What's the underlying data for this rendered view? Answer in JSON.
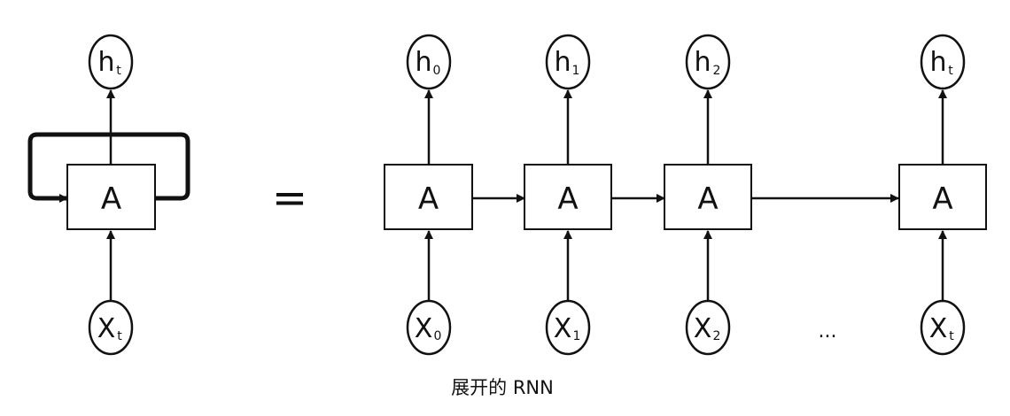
{
  "diagram": {
    "folded": {
      "cell_label": "A",
      "output": {
        "main": "h",
        "sub": "t"
      },
      "input": {
        "main": "X",
        "sub": "t"
      }
    },
    "equals": "=",
    "unrolled": [
      {
        "cell_label": "A",
        "output": {
          "main": "h",
          "sub": "0"
        },
        "input": {
          "main": "X",
          "sub": "0"
        }
      },
      {
        "cell_label": "A",
        "output": {
          "main": "h",
          "sub": "1"
        },
        "input": {
          "main": "X",
          "sub": "1"
        }
      },
      {
        "cell_label": "A",
        "output": {
          "main": "h",
          "sub": "2"
        },
        "input": {
          "main": "X",
          "sub": "2"
        }
      },
      {
        "cell_label": "A",
        "output": {
          "main": "h",
          "sub": "t"
        },
        "input": {
          "main": "X",
          "sub": "t"
        }
      }
    ],
    "ellipsis": "...",
    "caption": "展开的 RNN",
    "colors": {
      "stroke": "#111111",
      "cell_fill": "#ffffff",
      "node_fill": "#ffffff"
    }
  }
}
